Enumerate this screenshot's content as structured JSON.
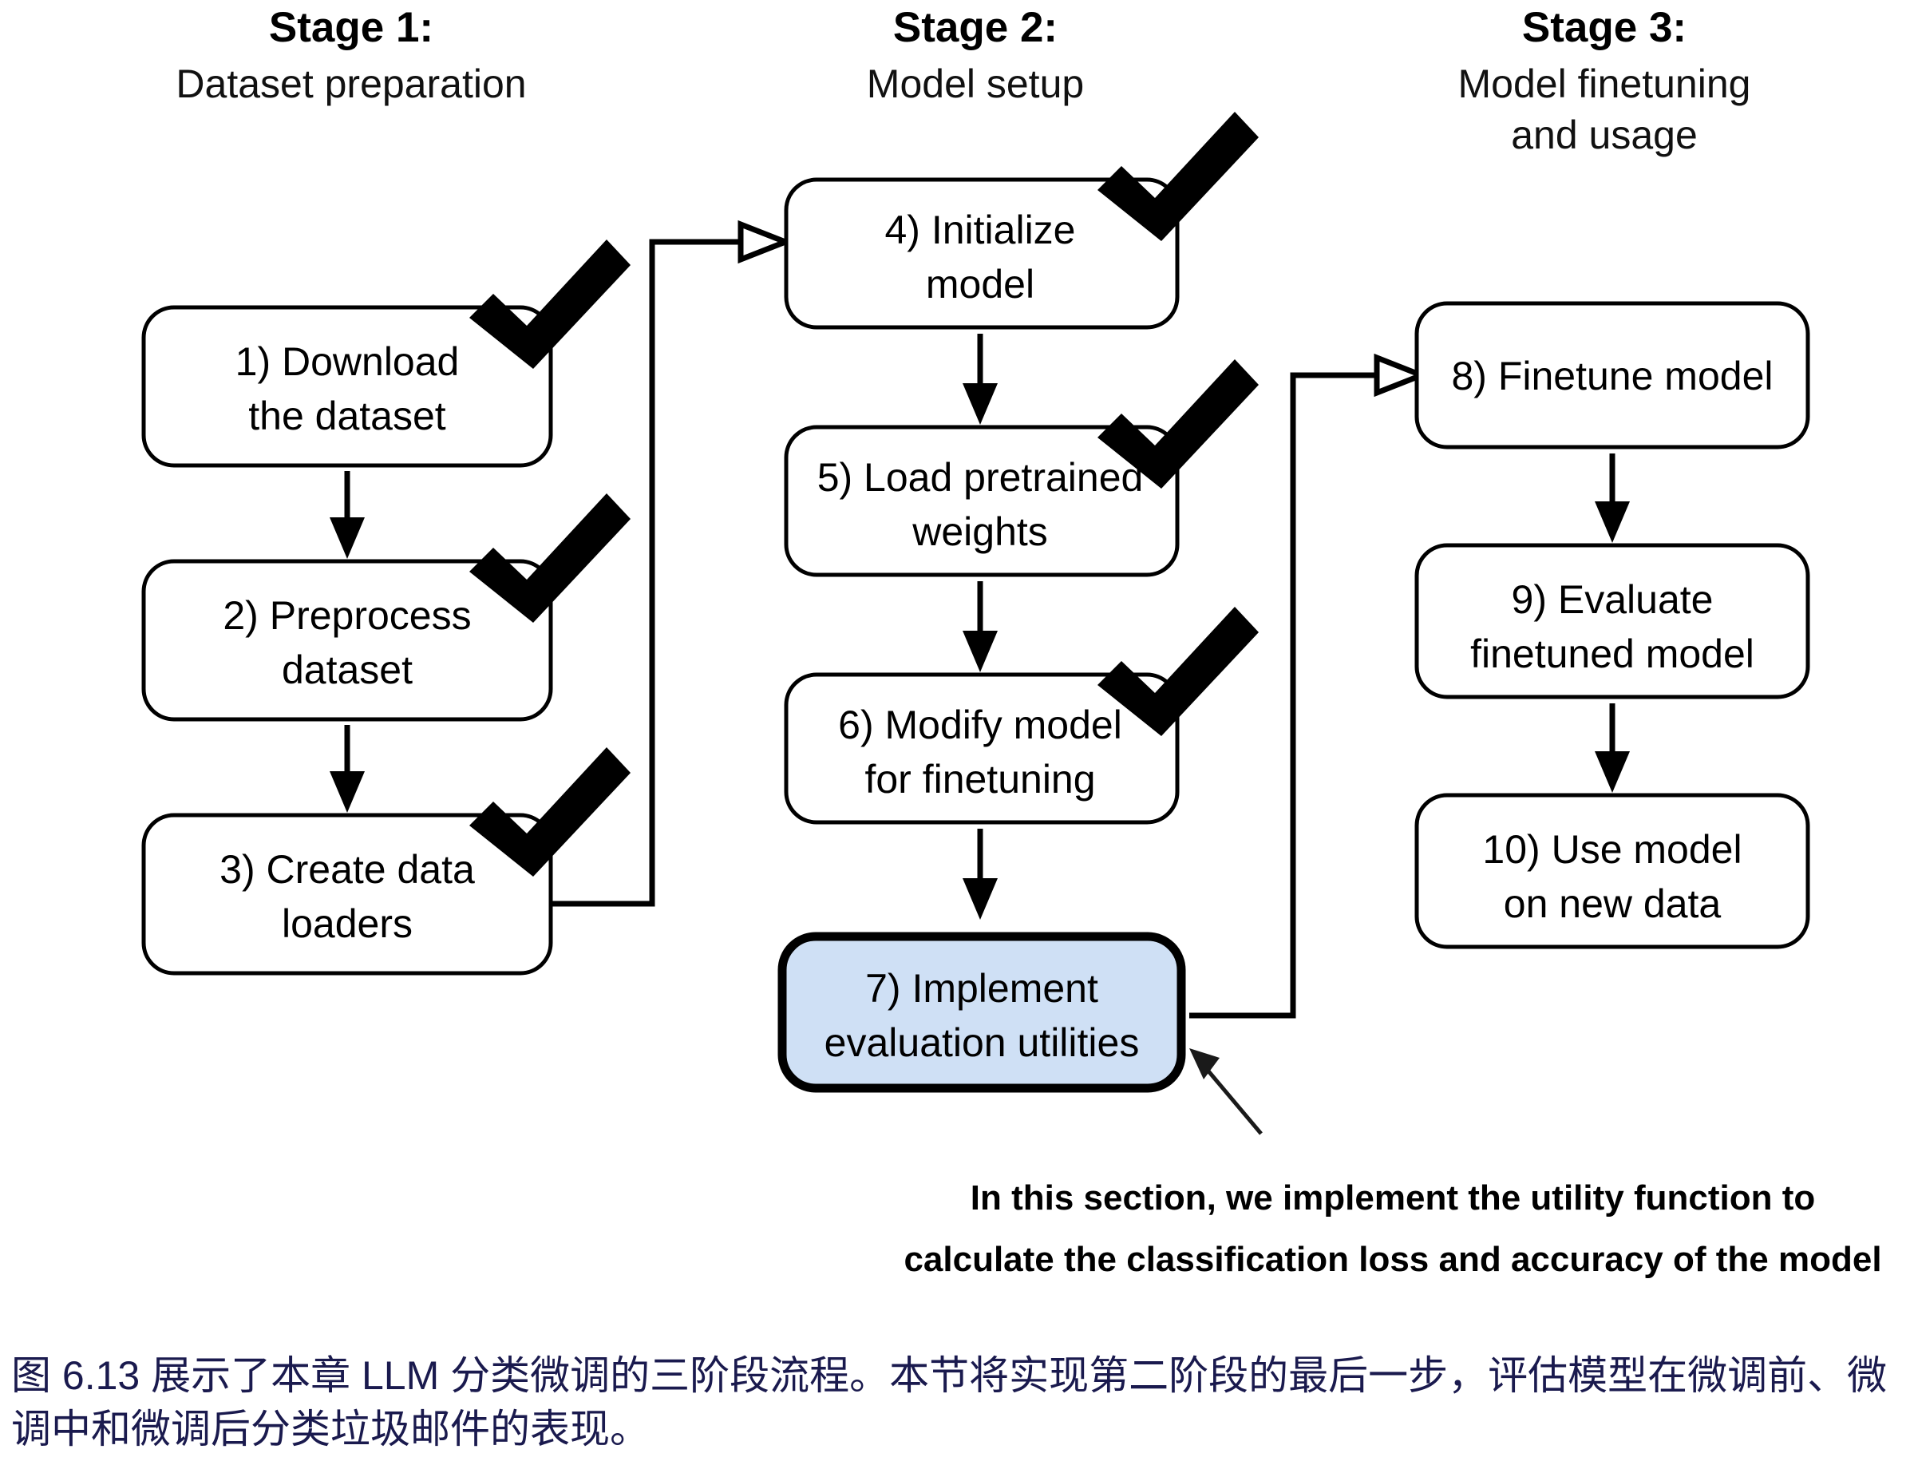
{
  "diagram": {
    "title_figure": "",
    "stages": [
      {
        "id": "stage-1",
        "heading": "Stage 1:",
        "subheading": "Dataset preparation",
        "subheading_line2": ""
      },
      {
        "id": "stage-2",
        "heading": "Stage 2:",
        "subheading": "Model setup",
        "subheading_line2": ""
      },
      {
        "id": "stage-3",
        "heading": "Stage 3:",
        "subheading": "Model finetuning",
        "subheading_line2": "and usage"
      }
    ],
    "steps": [
      {
        "id": "step-1",
        "line1": "1) Download",
        "line2": "the dataset",
        "stage": "stage-1",
        "checked": true,
        "highlighted": false
      },
      {
        "id": "step-2",
        "line1": "2) Preprocess",
        "line2": "dataset",
        "stage": "stage-1",
        "checked": true,
        "highlighted": false
      },
      {
        "id": "step-3",
        "line1": "3) Create data",
        "line2": "loaders",
        "stage": "stage-1",
        "checked": true,
        "highlighted": false
      },
      {
        "id": "step-4",
        "line1": "4) Initialize",
        "line2": "model",
        "stage": "stage-2",
        "checked": true,
        "highlighted": false
      },
      {
        "id": "step-5",
        "line1": "5) Load pretrained",
        "line2": "weights",
        "stage": "stage-2",
        "checked": true,
        "highlighted": false
      },
      {
        "id": "step-6",
        "line1": "6) Modify model",
        "line2": "for finetuning",
        "stage": "stage-2",
        "checked": true,
        "highlighted": false
      },
      {
        "id": "step-7",
        "line1": "7) Implement",
        "line2": "evaluation utilities",
        "stage": "stage-2",
        "checked": false,
        "highlighted": true
      },
      {
        "id": "step-8",
        "line1": "8) Finetune model",
        "line2": "",
        "stage": "stage-3",
        "checked": false,
        "highlighted": false
      },
      {
        "id": "step-9",
        "line1": "9) Evaluate",
        "line2": "finetuned model",
        "stage": "stage-3",
        "checked": false,
        "highlighted": false
      },
      {
        "id": "step-10",
        "line1": "10) Use model",
        "line2": "on new data",
        "stage": "stage-3",
        "checked": false,
        "highlighted": false
      }
    ],
    "annotation": {
      "line1": "In this section, we implement the utility function to",
      "line2": "calculate the classification loss and accuracy of the model"
    },
    "colors": {
      "highlight_fill": "#cfe0f5",
      "stroke": "#000000",
      "caption": "#1a1a4e",
      "background": "#ffffff"
    }
  },
  "caption": {
    "line1": "图 6.13 展示了本章 LLM 分类微调的三阶段流程。本节将实现第二阶段的最后一步，评估模型在微调前、微",
    "line2": "调中和微调后分类垃圾邮件的表现。"
  }
}
